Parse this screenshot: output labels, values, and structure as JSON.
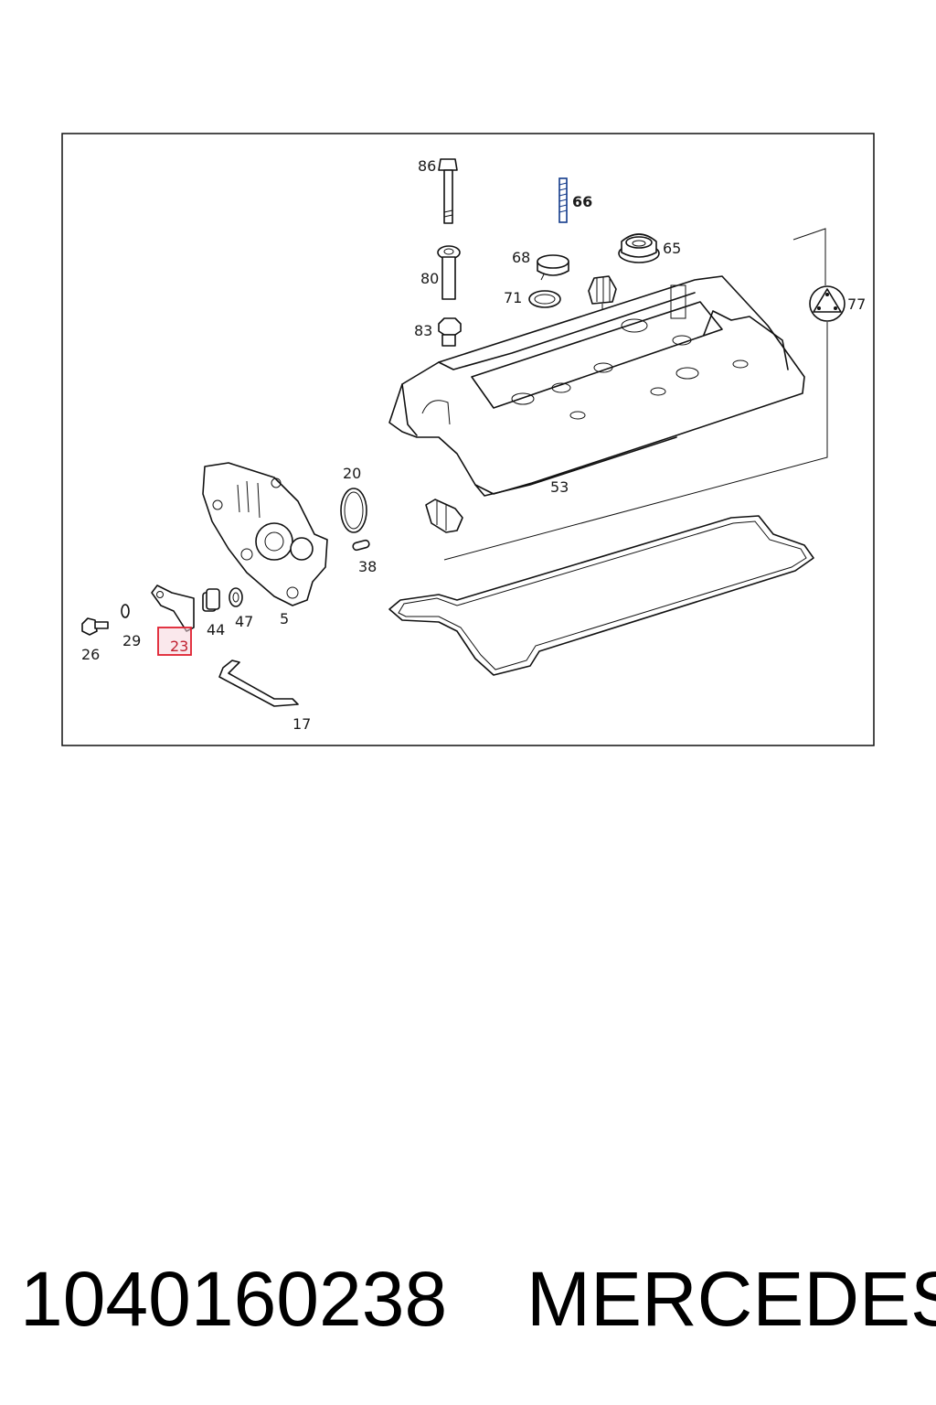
{
  "diagram": {
    "callouts": [
      {
        "id": "86",
        "label": "86"
      },
      {
        "id": "66",
        "label": "66"
      },
      {
        "id": "65",
        "label": "65"
      },
      {
        "id": "68",
        "label": "68"
      },
      {
        "id": "80",
        "label": "80"
      },
      {
        "id": "71",
        "label": "71"
      },
      {
        "id": "77",
        "label": "77"
      },
      {
        "id": "83",
        "label": "83"
      },
      {
        "id": "20",
        "label": "20"
      },
      {
        "id": "53",
        "label": "53"
      },
      {
        "id": "38",
        "label": "38"
      },
      {
        "id": "26",
        "label": "26"
      },
      {
        "id": "29",
        "label": "29"
      },
      {
        "id": "23",
        "label": "23"
      },
      {
        "id": "44",
        "label": "44"
      },
      {
        "id": "47",
        "label": "47"
      },
      {
        "id": "5",
        "label": "5"
      },
      {
        "id": "17",
        "label": "17"
      }
    ],
    "highlighted_callout": "23",
    "highlight_color": "#e02030",
    "bold_callout": "66"
  },
  "footer": {
    "part_number": "1040160238",
    "brand": "MERCEDES"
  }
}
